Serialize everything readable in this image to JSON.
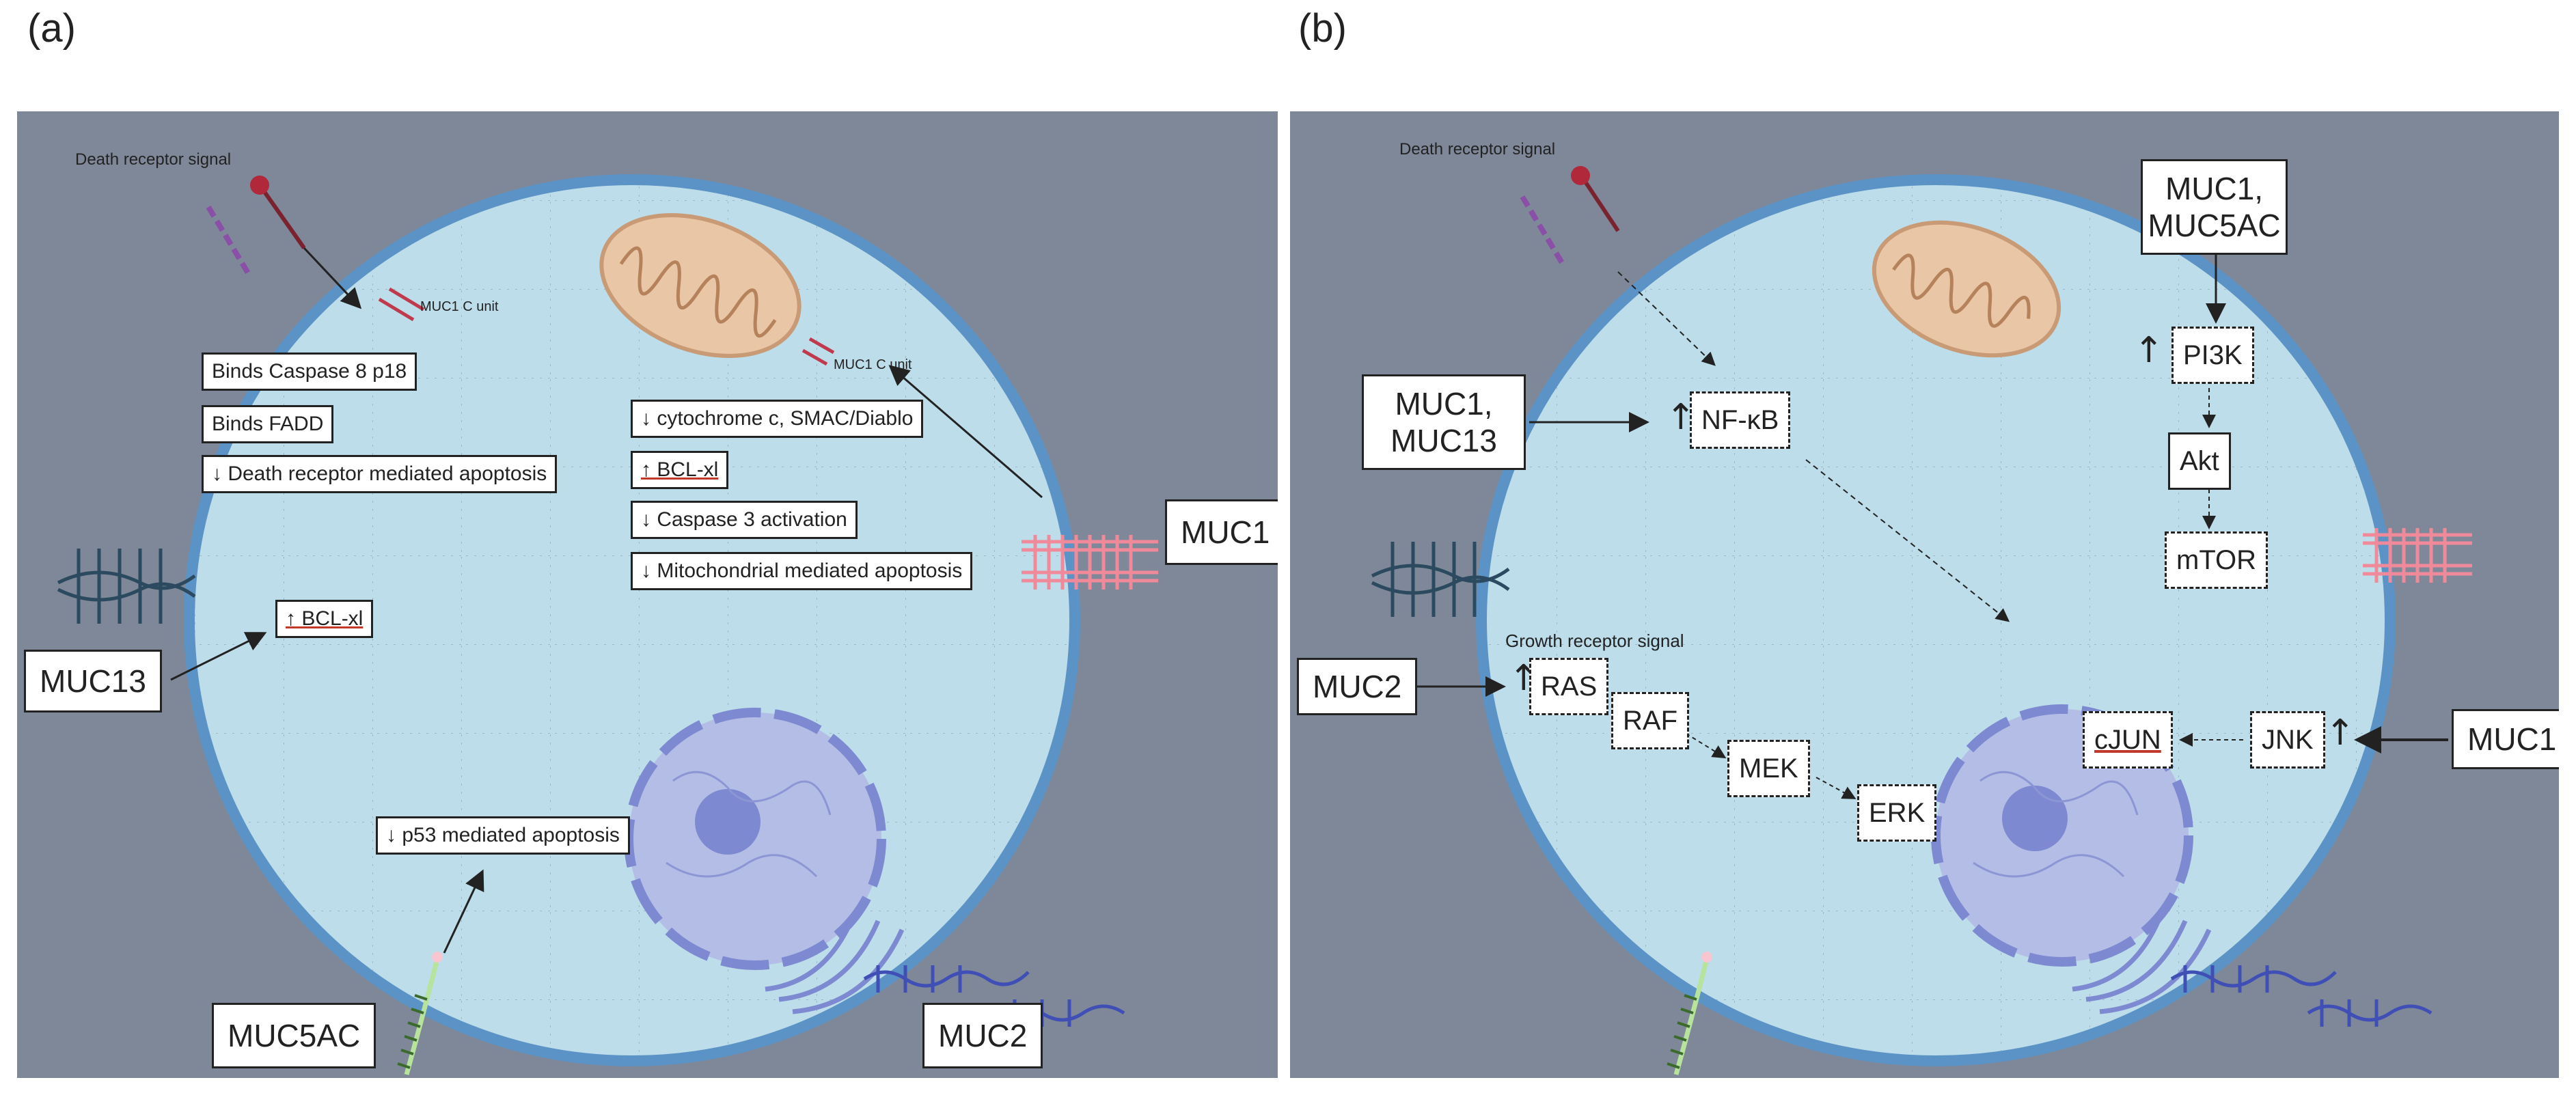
{
  "panels": {
    "a": {
      "label": "(a)",
      "death_receptor_caption": "Death receptor signal",
      "muc1_c_unit_top": "MUC1 C unit",
      "muc1_c_unit_mid": "MUC1 C unit",
      "boxes": {
        "binds_caspase": "Binds Caspase 8 p18",
        "binds_fadd": "Binds FADD",
        "death_receptor_apoptosis": "↓ Death receptor mediated apoptosis",
        "cytochrome": "↓ cytochrome c, SMAC/Diablo",
        "bcl_xl_top": "↑ BCL-xl",
        "caspase3": "↓ Caspase 3 activation",
        "mito_apoptosis": "↓ Mitochondrial mediated apoptosis",
        "bcl_xl_left": "↑ BCL-xl",
        "p53": "↓ p53 mediated apoptosis"
      },
      "mucins": {
        "muc1": "MUC1",
        "muc13": "MUC13",
        "muc5ac": "MUC5AC",
        "muc2": "MUC2"
      }
    },
    "b": {
      "label": "(b)",
      "death_receptor_caption": "Death receptor signal",
      "growth_receptor_caption": "Growth receptor signal",
      "mucins": {
        "muc1_muc5ac": "MUC1, MUC5AC",
        "muc1_muc13": "MUC1, MUC13",
        "muc2": "MUC2",
        "muc1": "MUC1"
      },
      "nodes": {
        "nfkb": "NF-κB",
        "pi3k": "PI3K",
        "akt": "Akt",
        "mtor": "mTOR",
        "ras": "RAS",
        "raf": "RAF",
        "mek": "MEK",
        "erk": "ERK",
        "cjun": "cJUN",
        "jnk": "JNK"
      },
      "up_arrow": "↑"
    }
  },
  "colors": {
    "background": "#7f8898",
    "cell_fill": "#bcdde9",
    "cell_border": "#5b93c6",
    "mitochondria": "#e9c6a6",
    "nucleus": "#a8b2e0"
  }
}
